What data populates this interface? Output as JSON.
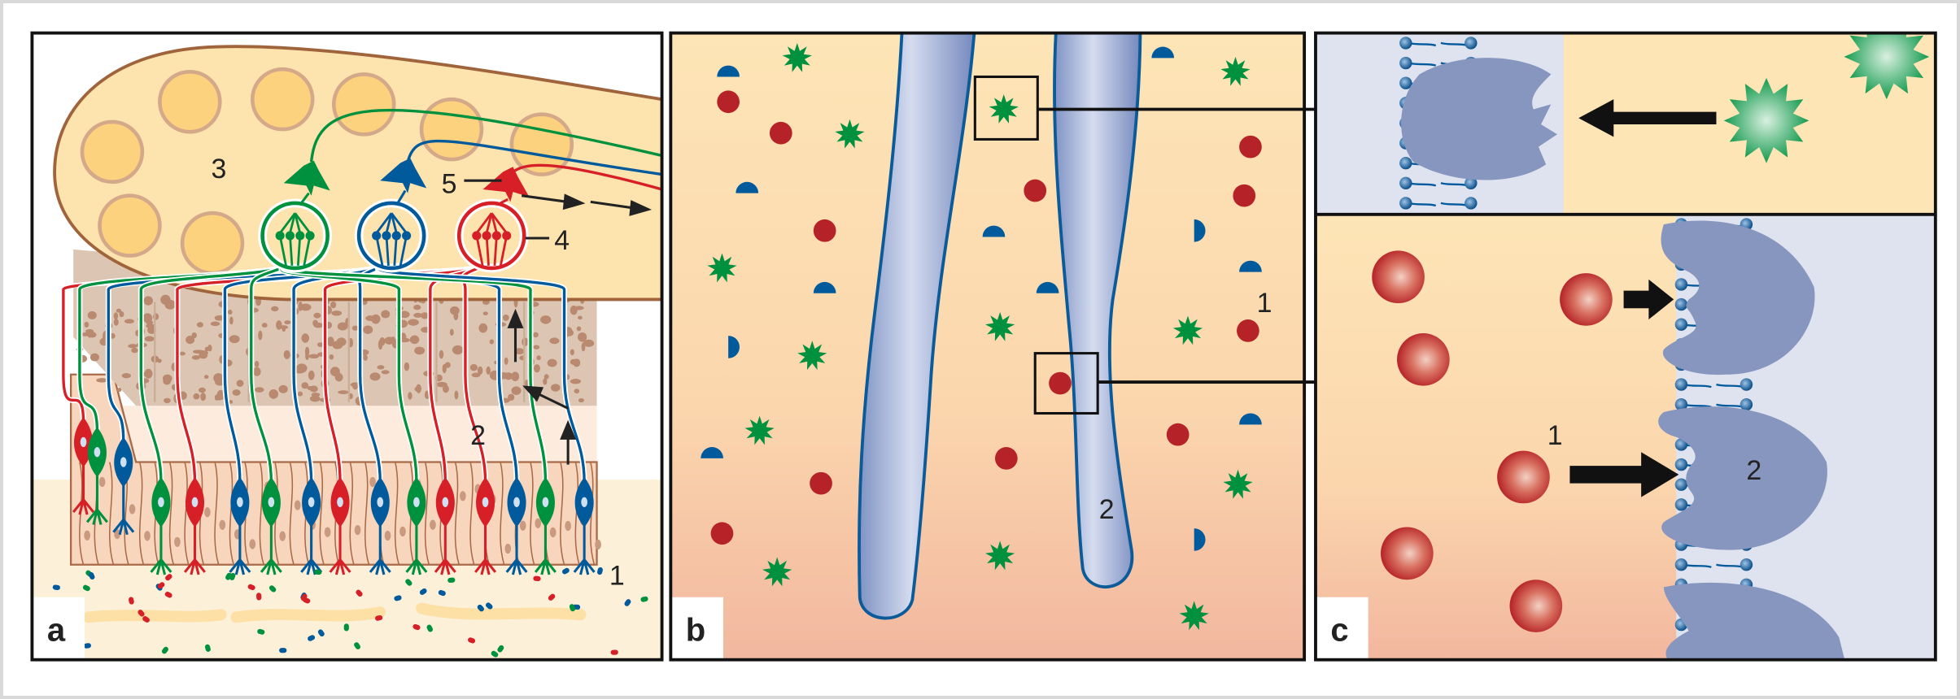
{
  "figure": {
    "panels": [
      {
        "id": "a",
        "label": "a",
        "callouts": [
          "1",
          "2",
          "3",
          "4",
          "5"
        ]
      },
      {
        "id": "b",
        "label": "b",
        "callouts": [
          "1",
          "2"
        ]
      },
      {
        "id": "c",
        "label": "c",
        "callouts": [
          "1",
          "2"
        ]
      }
    ]
  },
  "colors": {
    "green": "#00913f",
    "blue": "#005a9c",
    "red": "#d61f26",
    "bulb": "#fde3ae",
    "glomerulus": "#fdd27e",
    "membrane": "#dfe3f0",
    "receptor": "#8796bf"
  }
}
